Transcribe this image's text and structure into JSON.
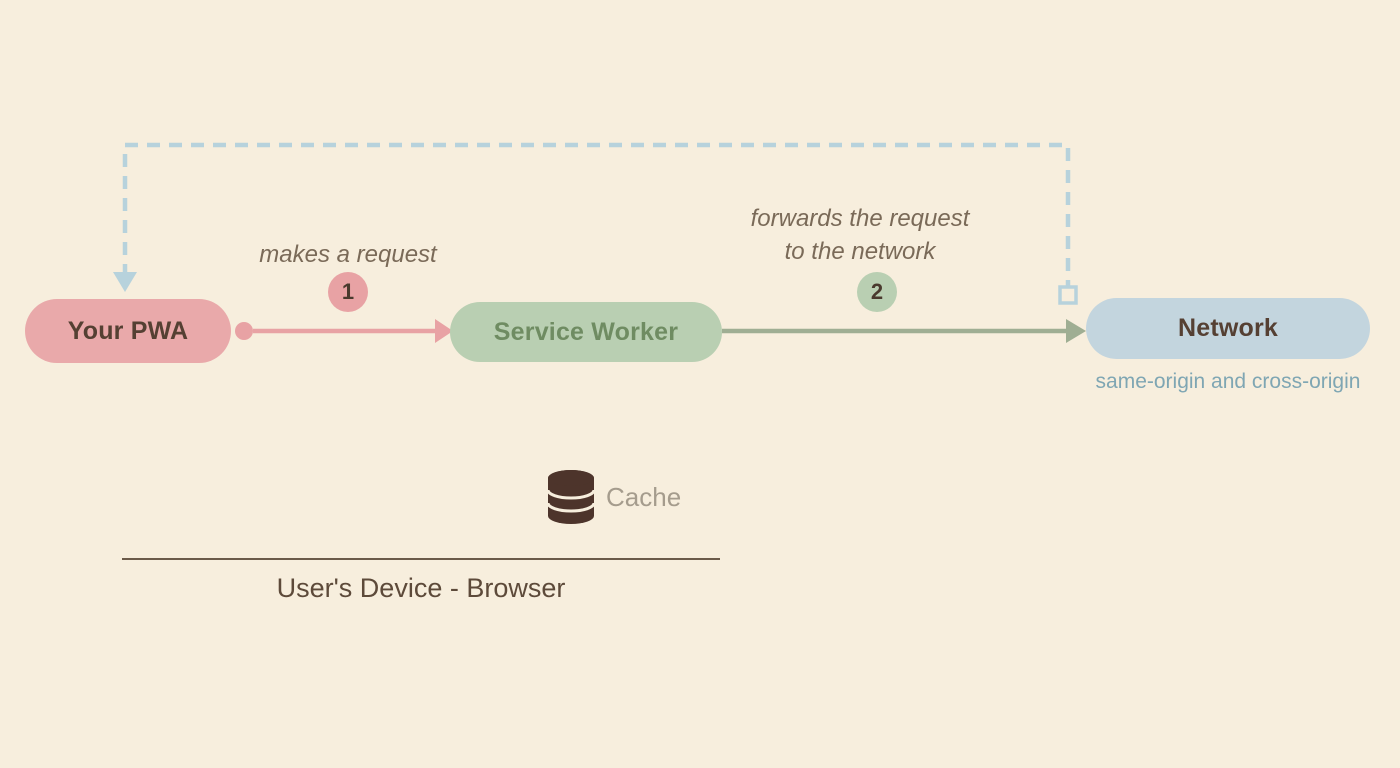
{
  "background_color": "#f7eedd",
  "nodes": {
    "pwa": {
      "label": "Your PWA",
      "color": "#e9a9aa",
      "text_color": "#554033"
    },
    "service_worker": {
      "label": "Service Worker",
      "color": "#b9cfb2",
      "text_color": "#6f8c62"
    },
    "network": {
      "label": "Network",
      "sublabel": "same-origin and cross-origin",
      "color": "#c3d5de",
      "text_color": "#554033"
    }
  },
  "steps": {
    "step1": {
      "badge": "1",
      "label": "makes a request",
      "arrow_color": "#e8a2a4"
    },
    "step2": {
      "badge": "2",
      "label_line1": "forwards the request",
      "label_line2": "to the network",
      "arrow_color": "#9fae93"
    }
  },
  "response_path": {
    "style": "dashed",
    "color": "#b7d2dc",
    "from": "Network",
    "to": "Your PWA"
  },
  "cache": {
    "label": "Cache",
    "icon": "database-icon",
    "icon_color": "#4d342b",
    "label_color": "#a59c8d"
  },
  "footer": {
    "label": "User's Device - Browser"
  },
  "colors": {
    "pink": "#e8a2a4",
    "green": "#9fae93",
    "dashed_blue": "#b7d2dc",
    "step_label_text": "#7a6a58",
    "network_sublabel_text": "#7fa6b3"
  }
}
